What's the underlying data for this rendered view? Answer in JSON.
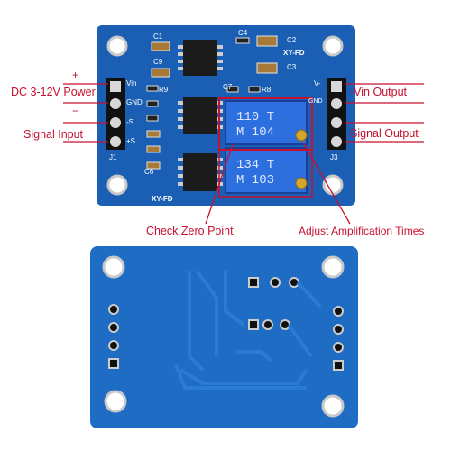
{
  "labels": {
    "plus": "+",
    "minus": "−",
    "dc_power": "DC 3-12V Power",
    "signal_input": "Signal Input",
    "vin_output": "-Vin Output",
    "signal_output": "Signal Output",
    "check_zero": "Check Zero Point",
    "adjust_amp": "Adjust Amplification Times"
  },
  "board_text": {
    "model_top": "XY-FD",
    "model_bottom": "XY-FD",
    "pin_vin": "Vin",
    "pin_gnd": "GND",
    "pin_s_minus": "-S",
    "pin_s_plus": "+S",
    "pin_v_minus": "V-",
    "pin_gnd_right": "GND",
    "j1": "J1",
    "j3": "J3",
    "c1": "C1",
    "c2": "C2",
    "c3": "C3",
    "c4": "C4",
    "c6": "C6",
    "c7": "C7",
    "c9": "C9",
    "r8": "R8",
    "r9": "R9",
    "pot1_line1": "110 T",
    "pot1_line2": "M 104",
    "pot2_line1": "134 T",
    "pot2_line2": "M 103"
  },
  "colors": {
    "pcb": "#1a5fb4",
    "pcb_dark": "#0f3f86",
    "annotation": "#c8102e",
    "pot_blue": "#2e6fe0",
    "gold": "#d4a52a"
  }
}
